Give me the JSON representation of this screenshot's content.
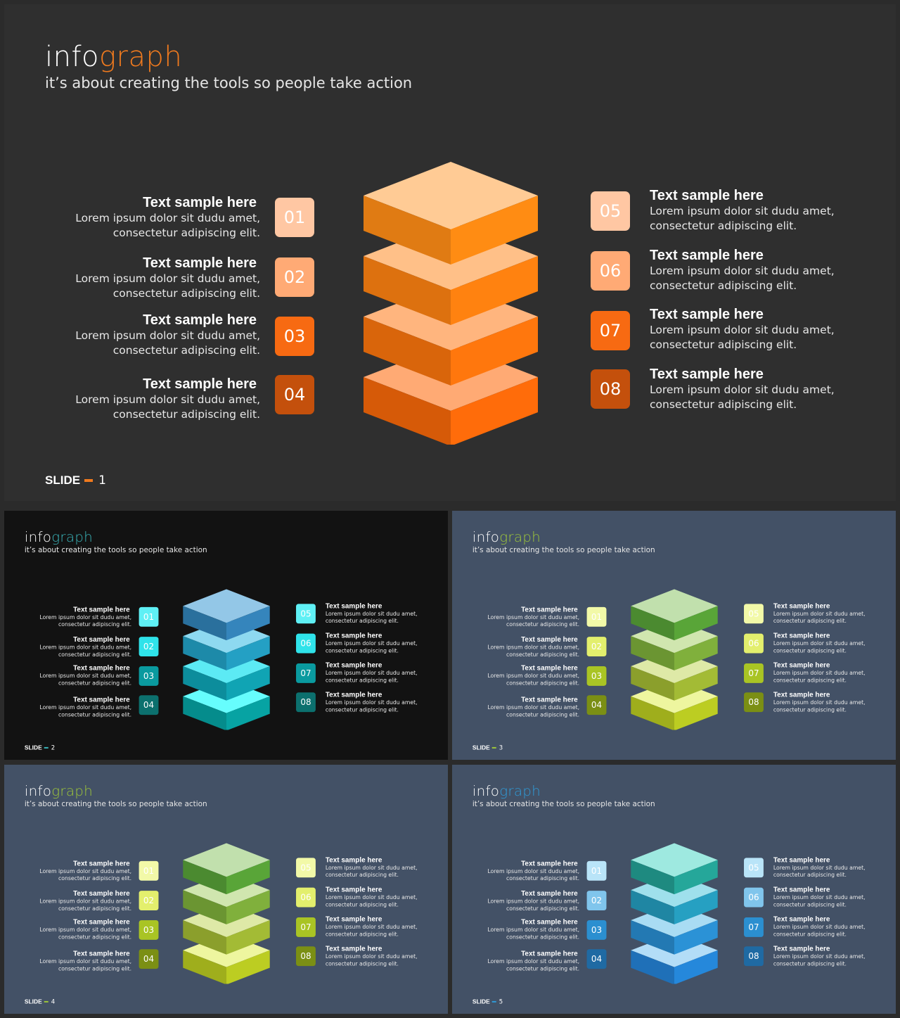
{
  "title": {
    "prefix": "info",
    "accent": "graph"
  },
  "subtitle": "it’s about creating the tools so people take action",
  "footer_label": "SLIDE",
  "items": [
    {
      "num": "01",
      "heading": "Text sample here",
      "line1": "Lorem ipsum dolor sit dudu amet,",
      "line2": "consectetur adipiscing elit."
    },
    {
      "num": "02",
      "heading": "Text sample here",
      "line1": "Lorem ipsum dolor sit dudu amet,",
      "line2": "consectetur adipiscing elit."
    },
    {
      "num": "03",
      "heading": "Text sample here",
      "line1": "Lorem ipsum dolor sit dudu amet,",
      "line2": "consectetur adipiscing elit."
    },
    {
      "num": "04",
      "heading": "Text sample here",
      "line1": "Lorem ipsum dolor sit dudu amet,",
      "line2": "consectetur adipiscing elit."
    },
    {
      "num": "05",
      "heading": "Text sample here",
      "line1": "Lorem ipsum dolor sit dudu amet,",
      "line2": "consectetur adipiscing elit."
    },
    {
      "num": "06",
      "heading": "Text sample here",
      "line1": "Lorem ipsum dolor sit dudu amet,",
      "line2": "consectetur adipiscing elit."
    },
    {
      "num": "07",
      "heading": "Text sample here",
      "line1": "Lorem ipsum dolor sit dudu amet,",
      "line2": "consectetur adipiscing elit."
    },
    {
      "num": "08",
      "heading": "Text sample here",
      "line1": "Lorem ipsum dolor sit dudu amet,",
      "line2": "consectetur adipiscing elit."
    }
  ],
  "slides": [
    {
      "number": "1",
      "background": "#2f2f2f",
      "accent": "#f07a1e",
      "badges": [
        "#ffc7a3",
        "#ffaa75",
        "#f76a12",
        "#c4500c",
        "#ffc7a3",
        "#ffaa75",
        "#f76a12",
        "#c4500c"
      ],
      "layers": [
        {
          "top": "#ffcb95",
          "left": "#e07b13",
          "right": "#ff8c13"
        },
        {
          "top": "#ffc088",
          "left": "#dd710f",
          "right": "#ff8210"
        },
        {
          "top": "#ffb57e",
          "left": "#d9650b",
          "right": "#ff770d"
        },
        {
          "top": "#ffaa74",
          "left": "#d65a08",
          "right": "#ff6c0a"
        }
      ]
    },
    {
      "number": "2",
      "background": "#121212",
      "accent": "#39b3b8",
      "badges": [
        "#5ff0f5",
        "#2fe3ea",
        "#0a9a9f",
        "#0c706e",
        "#5ff0f5",
        "#2fe3ea",
        "#0a9a9f",
        "#0c706e"
      ],
      "layers": [
        {
          "top": "#93c7e7",
          "left": "#2a709d",
          "right": "#3585bc"
        },
        {
          "top": "#8ed9f0",
          "left": "#1d8aa9",
          "right": "#24a0c4"
        },
        {
          "top": "#5ceaf4",
          "left": "#0c8d9c",
          "right": "#10a4b4"
        },
        {
          "top": "#66fdfd",
          "left": "#058c8c",
          "right": "#07a3a3"
        }
      ]
    },
    {
      "number": "3",
      "background": "#435166",
      "accent": "#9ec63a",
      "badges": [
        "#f2f9a8",
        "#e3ef6d",
        "#a9c424",
        "#7b8f14",
        "#f2f9a8",
        "#e3ef6d",
        "#a9c424",
        "#7b8f14"
      ],
      "layers": [
        {
          "top": "#c1e0ad",
          "left": "#4b8a30",
          "right": "#59a538"
        },
        {
          "top": "#d0e6af",
          "left": "#6b9532",
          "right": "#80b03c"
        },
        {
          "top": "#dee9a7",
          "left": "#8b9f2c",
          "right": "#a3bb35"
        },
        {
          "top": "#eef69f",
          "left": "#9fae1c",
          "right": "#bccd22"
        }
      ]
    },
    {
      "number": "4",
      "background": "#435166",
      "accent": "#9ec63a",
      "badges": [
        "#f2f9a8",
        "#e3ef6d",
        "#a9c424",
        "#7b8f14",
        "#f2f9a8",
        "#e3ef6d",
        "#a9c424",
        "#7b8f14"
      ],
      "layers": [
        {
          "top": "#c1e0ad",
          "left": "#4b8a30",
          "right": "#59a538"
        },
        {
          "top": "#d0e6af",
          "left": "#6b9532",
          "right": "#80b03c"
        },
        {
          "top": "#dee9a7",
          "left": "#8b9f2c",
          "right": "#a3bb35"
        },
        {
          "top": "#eef69f",
          "left": "#9fae1c",
          "right": "#bccd22"
        }
      ]
    },
    {
      "number": "5",
      "background": "#435166",
      "accent": "#2f9bd8",
      "badges": [
        "#b9e4f8",
        "#80c5ec",
        "#2b8fd0",
        "#1f6aa3",
        "#b9e4f8",
        "#80c5ec",
        "#2b8fd0",
        "#1f6aa3"
      ],
      "layers": [
        {
          "top": "#9ee9e0",
          "left": "#1e8a80",
          "right": "#25a79a"
        },
        {
          "top": "#9fe0ec",
          "left": "#1f86a3",
          "right": "#26a0c2"
        },
        {
          "top": "#a9dcf3",
          "left": "#2379b3",
          "right": "#2b92d6"
        },
        {
          "top": "#b3ddf7",
          "left": "#1f70b8",
          "right": "#2588db"
        }
      ]
    }
  ]
}
